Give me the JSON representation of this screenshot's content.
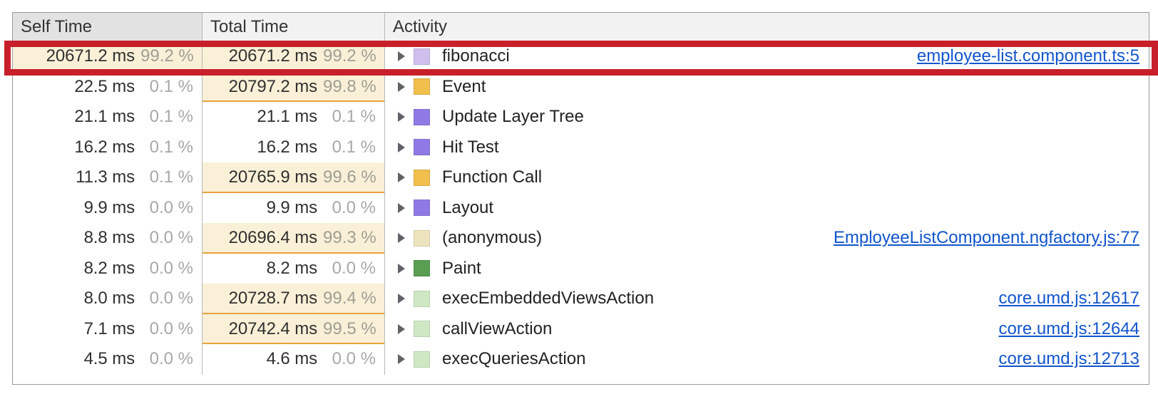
{
  "panel": {
    "name": "bottom-up-call-tree",
    "columns": {
      "self_time": "Self Time",
      "total_time": "Total Time",
      "activity": "Activity"
    },
    "sorted_column": "self_time"
  },
  "colors": {
    "highlight_bar": "#faf0d7",
    "highlight_bar_border": "#e8a33d",
    "annotation_box": "#c8202b",
    "link": "#1155cc",
    "scripting_yellow": "#f0bf4c",
    "scripting_pale": "#ede4bd",
    "rendering_purple": "#8f7ae5",
    "painting_green": "#5a9e51",
    "painting_pale_green": "#cfe8c3",
    "fibonacci_purple": "#cfbfee"
  },
  "rows": [
    {
      "self_time_ms": "20671.2 ms",
      "self_time_pct": "99.2 %",
      "self_bar_pct": 100,
      "self_highlight": true,
      "total_time_ms": "20671.2 ms",
      "total_time_pct": "99.2 %",
      "total_bar_pct": 100,
      "total_highlight": true,
      "icon": "disclosure-triangle-collapsed",
      "swatch_color": "#cfbfee",
      "swatch_name": "category-swatch-scripting-light",
      "activity": "fibonacci",
      "source_link": "employee-list.component.ts:5",
      "annotated": true
    },
    {
      "self_time_ms": "22.5 ms",
      "self_time_pct": "0.1 %",
      "self_bar_pct": 0,
      "self_highlight": false,
      "total_time_ms": "20797.2 ms",
      "total_time_pct": "99.8 %",
      "total_bar_pct": 100,
      "total_highlight": true,
      "icon": "disclosure-triangle-collapsed",
      "swatch_color": "#f0bf4c",
      "swatch_name": "category-swatch-scripting",
      "activity": "Event",
      "source_link": "",
      "annotated": false
    },
    {
      "self_time_ms": "21.1 ms",
      "self_time_pct": "0.1 %",
      "self_bar_pct": 0,
      "self_highlight": false,
      "total_time_ms": "21.1 ms",
      "total_time_pct": "0.1 %",
      "total_bar_pct": 0,
      "total_highlight": false,
      "icon": "disclosure-triangle-collapsed",
      "swatch_color": "#8f7ae5",
      "swatch_name": "category-swatch-rendering",
      "activity": "Update Layer Tree",
      "source_link": "",
      "annotated": false
    },
    {
      "self_time_ms": "16.2 ms",
      "self_time_pct": "0.1 %",
      "self_bar_pct": 0,
      "self_highlight": false,
      "total_time_ms": "16.2 ms",
      "total_time_pct": "0.1 %",
      "total_bar_pct": 0,
      "total_highlight": false,
      "icon": "disclosure-triangle-collapsed",
      "swatch_color": "#8f7ae5",
      "swatch_name": "category-swatch-rendering",
      "activity": "Hit Test",
      "source_link": "",
      "annotated": false
    },
    {
      "self_time_ms": "11.3 ms",
      "self_time_pct": "0.1 %",
      "self_bar_pct": 0,
      "self_highlight": false,
      "total_time_ms": "20765.9 ms",
      "total_time_pct": "99.6 %",
      "total_bar_pct": 100,
      "total_highlight": true,
      "icon": "disclosure-triangle-collapsed",
      "swatch_color": "#f0bf4c",
      "swatch_name": "category-swatch-scripting",
      "activity": "Function Call",
      "source_link": "",
      "annotated": false
    },
    {
      "self_time_ms": "9.9 ms",
      "self_time_pct": "0.0 %",
      "self_bar_pct": 0,
      "self_highlight": false,
      "total_time_ms": "9.9 ms",
      "total_time_pct": "0.0 %",
      "total_bar_pct": 0,
      "total_highlight": false,
      "icon": "disclosure-triangle-collapsed",
      "swatch_color": "#8f7ae5",
      "swatch_name": "category-swatch-rendering",
      "activity": "Layout",
      "source_link": "",
      "annotated": false
    },
    {
      "self_time_ms": "8.8 ms",
      "self_time_pct": "0.0 %",
      "self_bar_pct": 0,
      "self_highlight": false,
      "total_time_ms": "20696.4 ms",
      "total_time_pct": "99.3 %",
      "total_bar_pct": 100,
      "total_highlight": true,
      "icon": "disclosure-triangle-collapsed",
      "swatch_color": "#ede4bd",
      "swatch_name": "category-swatch-scripting-pale",
      "activity": "(anonymous)",
      "source_link": "EmployeeListComponent.ngfactory.js:77",
      "annotated": false
    },
    {
      "self_time_ms": "8.2 ms",
      "self_time_pct": "0.0 %",
      "self_bar_pct": 0,
      "self_highlight": false,
      "total_time_ms": "8.2 ms",
      "total_time_pct": "0.0 %",
      "total_bar_pct": 0,
      "total_highlight": false,
      "icon": "disclosure-triangle-collapsed",
      "swatch_color": "#5a9e51",
      "swatch_name": "category-swatch-painting",
      "activity": "Paint",
      "source_link": "",
      "annotated": false
    },
    {
      "self_time_ms": "8.0 ms",
      "self_time_pct": "0.0 %",
      "self_bar_pct": 0,
      "self_highlight": false,
      "total_time_ms": "20728.7 ms",
      "total_time_pct": "99.4 %",
      "total_bar_pct": 100,
      "total_highlight": true,
      "icon": "disclosure-triangle-collapsed",
      "swatch_color": "#cfe8c3",
      "swatch_name": "category-swatch-painting-pale",
      "activity": "execEmbeddedViewsAction",
      "source_link": "core.umd.js:12617",
      "annotated": false
    },
    {
      "self_time_ms": "7.1 ms",
      "self_time_pct": "0.0 %",
      "self_bar_pct": 0,
      "self_highlight": false,
      "total_time_ms": "20742.4 ms",
      "total_time_pct": "99.5 %",
      "total_bar_pct": 100,
      "total_highlight": true,
      "icon": "disclosure-triangle-collapsed",
      "swatch_color": "#cfe8c3",
      "swatch_name": "category-swatch-painting-pale",
      "activity": "callViewAction",
      "source_link": "core.umd.js:12644",
      "annotated": false
    },
    {
      "self_time_ms": "4.5 ms",
      "self_time_pct": "0.0 %",
      "self_bar_pct": 0,
      "self_highlight": false,
      "total_time_ms": "4.6 ms",
      "total_time_pct": "0.0 %",
      "total_bar_pct": 0,
      "total_highlight": false,
      "icon": "disclosure-triangle-collapsed",
      "swatch_color": "#cfe8c3",
      "swatch_name": "category-swatch-painting-pale",
      "activity": "execQueriesAction",
      "source_link": "core.umd.js:12713",
      "annotated": false
    }
  ]
}
